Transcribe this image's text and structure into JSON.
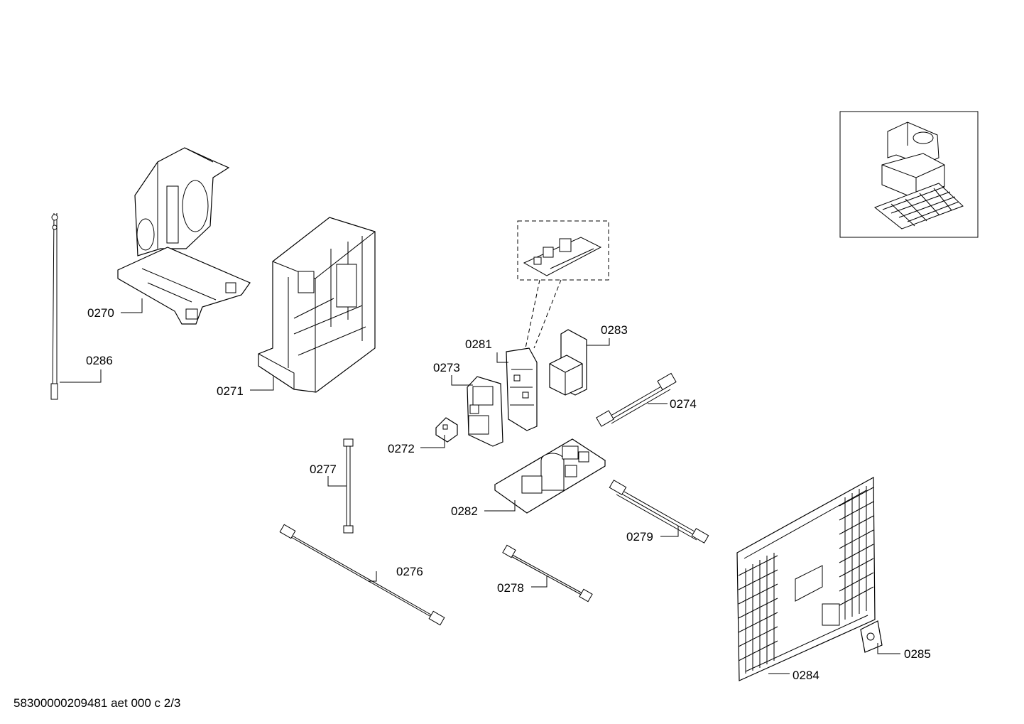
{
  "diagram": {
    "labels": {
      "p0270": "0270",
      "p0271": "0271",
      "p0272": "0272",
      "p0273": "0273",
      "p0274": "0274",
      "p0276": "0276",
      "p0277": "0277",
      "p0278": "0278",
      "p0279": "0279",
      "p0281": "0281",
      "p0282": "0282",
      "p0283": "0283",
      "p0284": "0284",
      "p0285": "0285",
      "p0286": "0286"
    },
    "footer": "58300000209481 aet 000 c 2/3"
  }
}
